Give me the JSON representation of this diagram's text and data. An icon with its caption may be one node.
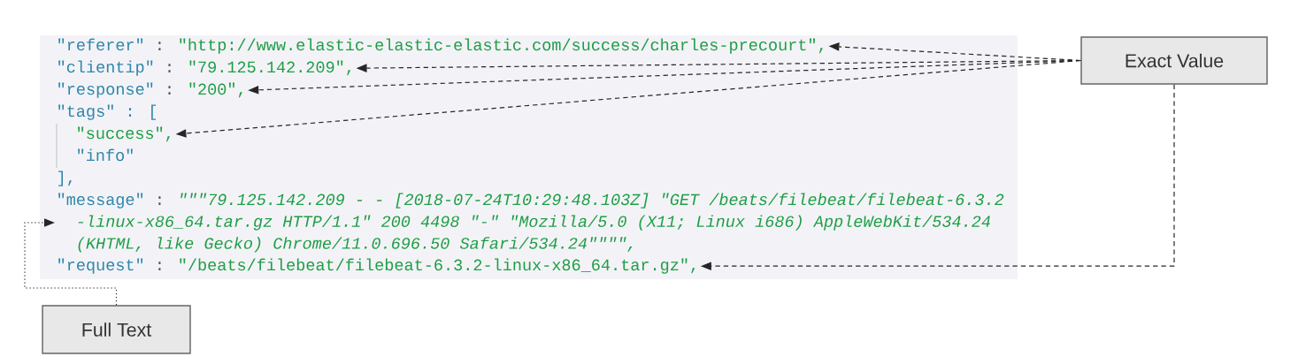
{
  "diagram": {
    "nodes": [
      {
        "text": [
          "\"referer\"",
          ":",
          "\"http://www.elastic-elastic-elastic.com/success/charles-precourt\","
        ]
      },
      {
        "text": [
          "\"clientip\"",
          ":",
          "\"79.125.142.209\","
        ]
      },
      {
        "text": [
          "\"response\"",
          ":",
          "\"200\","
        ]
      },
      {
        "text": [
          "\"success\","
        ]
      },
      {
        "text": [
          "\"message\"",
          ":",
          "\"\"\"79.125.142.209 - - [2018-07-24T10:29:48.103Z] \"GET /beats/filebeat/filebeat-6.3.2 -linux-x86_64.tar.gz HTTP/1.1\" 200 4498 \"-\" \"Mozilla/5.0 (X11; Linux i686) AppleWebKit/534.24 (KHTML, like Gecko) Chrome/11.0.696.50 Safari/534.24\"\"\"\","
        ]
      },
      {
        "text": [
          "\"request\"",
          ":",
          "\"/beats/filebeat/filebeat-6.3.2-linux-x86_64.tar.gz\","
        ]
      },
      {
        "text": [
          "Exact Value"
        ]
      },
      {
        "text": [
          "Full Text"
        ]
      }
    ],
    "edges": [
      {
        "from": 6,
        "to": 0,
        "arrow": "to",
        "style": "dashed"
      },
      {
        "from": 6,
        "to": 1,
        "arrow": "to",
        "style": "dashed"
      },
      {
        "from": 6,
        "to": 2,
        "arrow": "to",
        "style": "dashed"
      },
      {
        "from": 6,
        "to": 3,
        "arrow": "to",
        "style": "dashed"
      },
      {
        "from": 6,
        "to": 5,
        "arrow": "to",
        "style": "dashed"
      },
      {
        "from": 7,
        "to": 4,
        "arrow": "to"
      }
    ],
    "labels": [
      "\"tags\" : [",
      "\"info\"",
      "],"
    ]
  }
}
